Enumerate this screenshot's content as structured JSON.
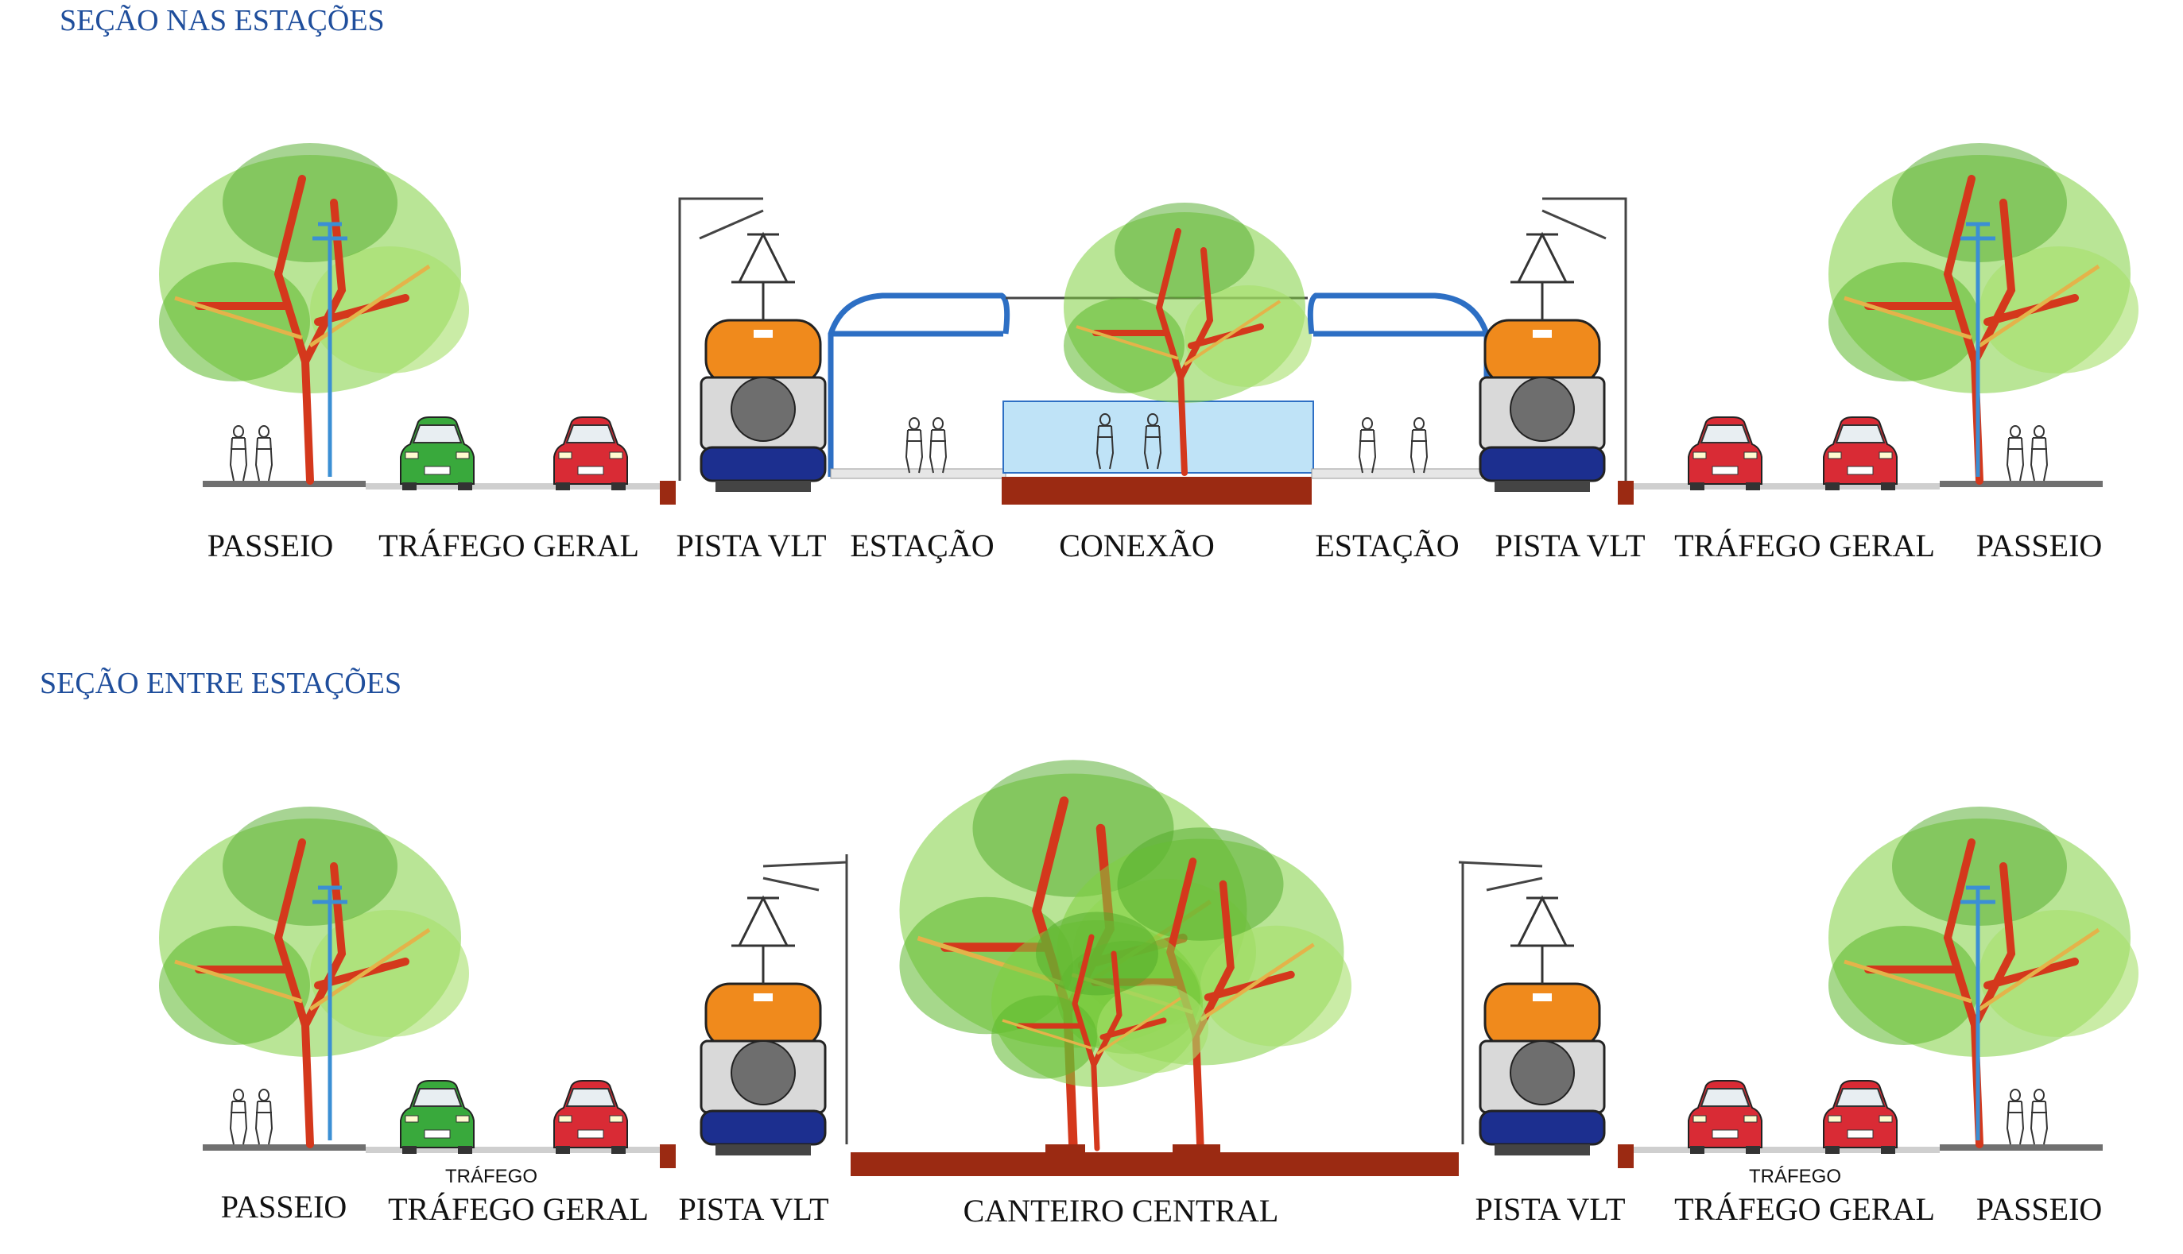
{
  "sections": [
    {
      "title": "SEÇÃO NAS ESTAÇÕES",
      "labels": [
        "PASSEIO",
        "TRÁFEGO GERAL",
        "PISTA VLT",
        "ESTAÇÃO",
        "CONEXÃO",
        "ESTAÇÃO",
        "PISTA VLT",
        "TRÁFEGO GERAL",
        "PASSEIO"
      ],
      "small_labels": []
    },
    {
      "title": "SEÇÃO ENTRE ESTAÇÕES",
      "labels": [
        "PASSEIO",
        "TRÁFEGO GERAL",
        "PISTA VLT",
        "CANTEIRO CENTRAL",
        "PISTA VLT",
        "TRÁFEGO GERAL",
        "PASSEIO"
      ],
      "small_labels": [
        "TRÁFEGO",
        "TRÁFEGO"
      ]
    }
  ],
  "colors": {
    "title_blue": "#1f4e9c",
    "tram_orange": "#f08a1c",
    "tram_navy": "#1c2f8f",
    "planter_red": "#9b2a12",
    "tree_green": "#7fcf3f",
    "trunk_red": "#d4381c",
    "car_green": "#39a93c",
    "car_red": "#d92b35",
    "glass_blue": "#bfe3f7"
  }
}
